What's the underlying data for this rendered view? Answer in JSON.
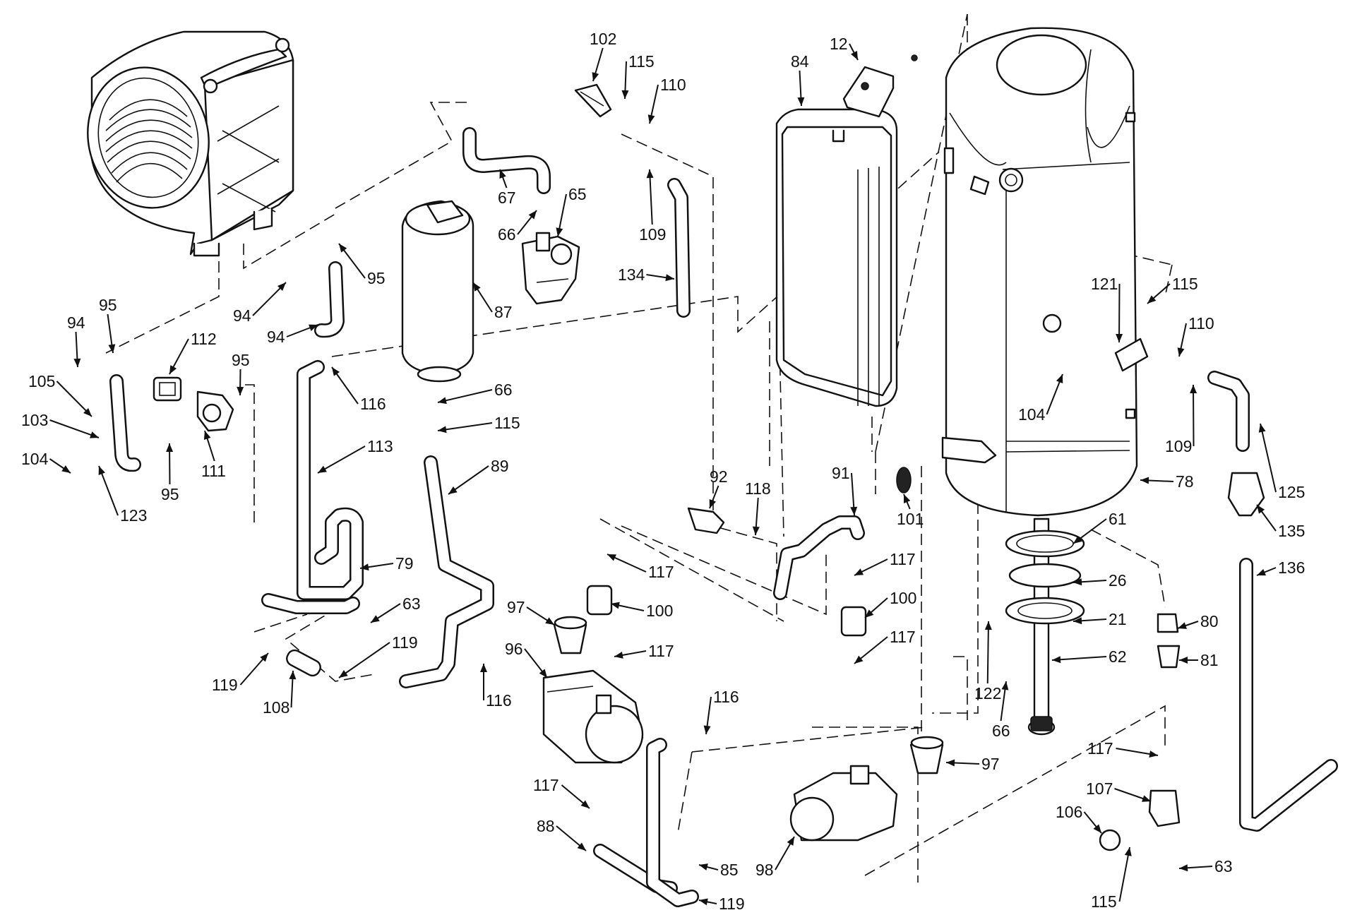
{
  "callouts": [
    "12",
    "84",
    "102",
    "115",
    "110",
    "67",
    "66",
    "65",
    "109",
    "134",
    "87",
    "95",
    "94",
    "105",
    "103",
    "104",
    "112",
    "111",
    "123",
    "116",
    "113",
    "89",
    "79",
    "63",
    "119",
    "108",
    "92",
    "118",
    "91",
    "101",
    "117",
    "100",
    "97",
    "96",
    "88",
    "85",
    "98",
    "121",
    "125",
    "135",
    "136",
    "78",
    "61",
    "26",
    "21",
    "62",
    "122",
    "80",
    "81",
    "107",
    "106"
  ],
  "labels": [
    {
      "id": "L12",
      "text": "12"
    },
    {
      "id": "L84",
      "text": "84"
    },
    {
      "id": "L102",
      "text": "102"
    },
    {
      "id": "L115a",
      "text": "115"
    },
    {
      "id": "L110a",
      "text": "110"
    },
    {
      "id": "L67",
      "text": "67"
    },
    {
      "id": "L66a",
      "text": "66"
    },
    {
      "id": "L65",
      "text": "65"
    },
    {
      "id": "L109a",
      "text": "109"
    },
    {
      "id": "L134",
      "text": "134"
    },
    {
      "id": "L87",
      "text": "87"
    },
    {
      "id": "L95a",
      "text": "95"
    },
    {
      "id": "L94a",
      "text": "94"
    },
    {
      "id": "L94b",
      "text": "94"
    },
    {
      "id": "L95b",
      "text": "95"
    },
    {
      "id": "L94c",
      "text": "94"
    },
    {
      "id": "L112",
      "text": "112"
    },
    {
      "id": "L95c",
      "text": "95"
    },
    {
      "id": "L105",
      "text": "105"
    },
    {
      "id": "L103",
      "text": "103"
    },
    {
      "id": "L104a",
      "text": "104"
    },
    {
      "id": "L123",
      "text": "123"
    },
    {
      "id": "L95d",
      "text": "95"
    },
    {
      "id": "L111",
      "text": "111"
    },
    {
      "id": "L116a",
      "text": "116"
    },
    {
      "id": "L66b",
      "text": "66"
    },
    {
      "id": "L115b",
      "text": "115"
    },
    {
      "id": "L113",
      "text": "113"
    },
    {
      "id": "L89",
      "text": "89"
    },
    {
      "id": "L79",
      "text": "79"
    },
    {
      "id": "L63a",
      "text": "63"
    },
    {
      "id": "L119a",
      "text": "119"
    },
    {
      "id": "L119b",
      "text": "119"
    },
    {
      "id": "L108",
      "text": "108"
    },
    {
      "id": "L116b",
      "text": "116"
    },
    {
      "id": "L92",
      "text": "92"
    },
    {
      "id": "L118",
      "text": "118"
    },
    {
      "id": "L91",
      "text": "91"
    },
    {
      "id": "L101",
      "text": "101"
    },
    {
      "id": "L117a",
      "text": "117"
    },
    {
      "id": "L117b",
      "text": "117"
    },
    {
      "id": "L100a",
      "text": "100"
    },
    {
      "id": "L100b",
      "text": "100"
    },
    {
      "id": "L97a",
      "text": "97"
    },
    {
      "id": "L117c",
      "text": "117"
    },
    {
      "id": "L117d",
      "text": "117"
    },
    {
      "id": "L96",
      "text": "96"
    },
    {
      "id": "L116c",
      "text": "116"
    },
    {
      "id": "L117e",
      "text": "117"
    },
    {
      "id": "L88",
      "text": "88"
    },
    {
      "id": "L85",
      "text": "85"
    },
    {
      "id": "L119c",
      "text": "119"
    },
    {
      "id": "L97b",
      "text": "97"
    },
    {
      "id": "L98",
      "text": "98"
    },
    {
      "id": "L121",
      "text": "121"
    },
    {
      "id": "L115c",
      "text": "115"
    },
    {
      "id": "L110b",
      "text": "110"
    },
    {
      "id": "L109b",
      "text": "109"
    },
    {
      "id": "L104b",
      "text": "104"
    },
    {
      "id": "L125",
      "text": "125"
    },
    {
      "id": "L135",
      "text": "135"
    },
    {
      "id": "L136",
      "text": "136"
    },
    {
      "id": "L78",
      "text": "78"
    },
    {
      "id": "L61",
      "text": "61"
    },
    {
      "id": "L26",
      "text": "26"
    },
    {
      "id": "L21",
      "text": "21"
    },
    {
      "id": "L62",
      "text": "62"
    },
    {
      "id": "L122",
      "text": "122"
    },
    {
      "id": "L66c",
      "text": "66"
    },
    {
      "id": "L80",
      "text": "80"
    },
    {
      "id": "L81",
      "text": "81"
    },
    {
      "id": "L117f",
      "text": "117"
    },
    {
      "id": "L107",
      "text": "107"
    },
    {
      "id": "L106",
      "text": "106"
    },
    {
      "id": "L63b",
      "text": "63"
    },
    {
      "id": "L115d",
      "text": "115"
    }
  ]
}
